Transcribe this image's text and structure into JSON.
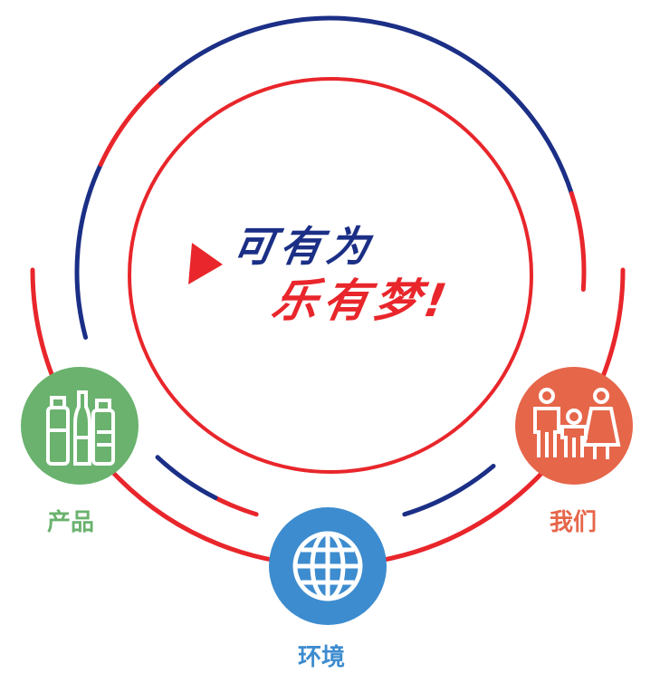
{
  "slogan": {
    "line1": "可有为",
    "line2": "乐有梦!"
  },
  "nodes": [
    {
      "label": "产品",
      "icon": "bottles-icon",
      "color": "#6ab26e"
    },
    {
      "label": "环境",
      "icon": "globe-icon",
      "color": "#3d8ccf"
    },
    {
      "label": "我们",
      "icon": "family-icon",
      "color": "#e6664a"
    }
  ],
  "colors": {
    "red": "#e8262b",
    "blue": "#1b2f86"
  }
}
